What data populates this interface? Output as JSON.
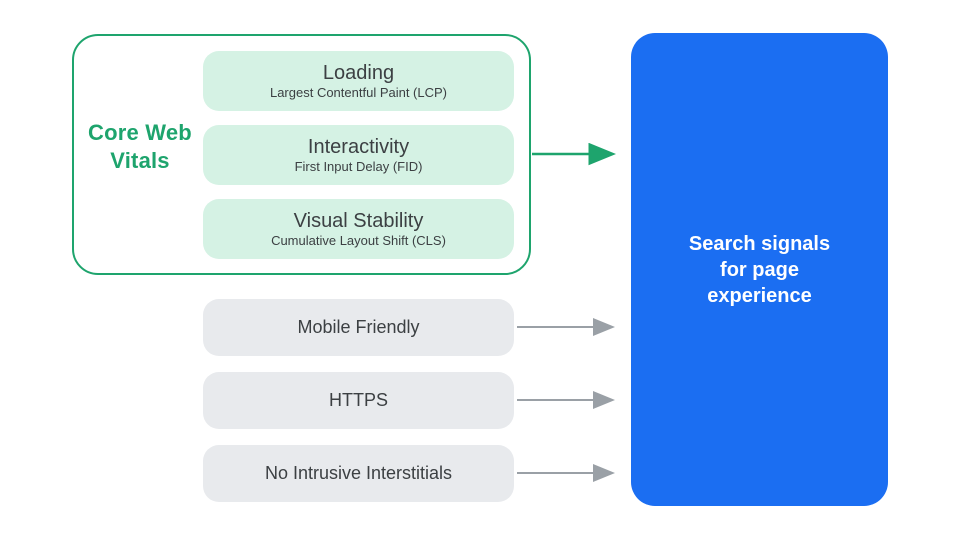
{
  "colors": {
    "green": "#1EA46D",
    "green_light": "#D5F2E4",
    "blue": "#1B6EF2",
    "gray_box": "#E8EAED",
    "gray_arrow": "#9AA0A6",
    "text_dark": "#3C4043",
    "white": "#FFFFFF"
  },
  "core_web_vitals": {
    "label": "Core Web Vitals",
    "items": [
      {
        "title": "Loading",
        "subtitle": "Largest Contentful Paint (LCP)"
      },
      {
        "title": "Interactivity",
        "subtitle": "First Input Delay (FID)"
      },
      {
        "title": "Visual Stability",
        "subtitle": "Cumulative Layout Shift (CLS)"
      }
    ]
  },
  "other_signals": [
    {
      "label": "Mobile Friendly"
    },
    {
      "label": "HTTPS"
    },
    {
      "label": "No Intrusive Interstitials"
    }
  ],
  "result": {
    "label": "Search signals for page experience"
  }
}
